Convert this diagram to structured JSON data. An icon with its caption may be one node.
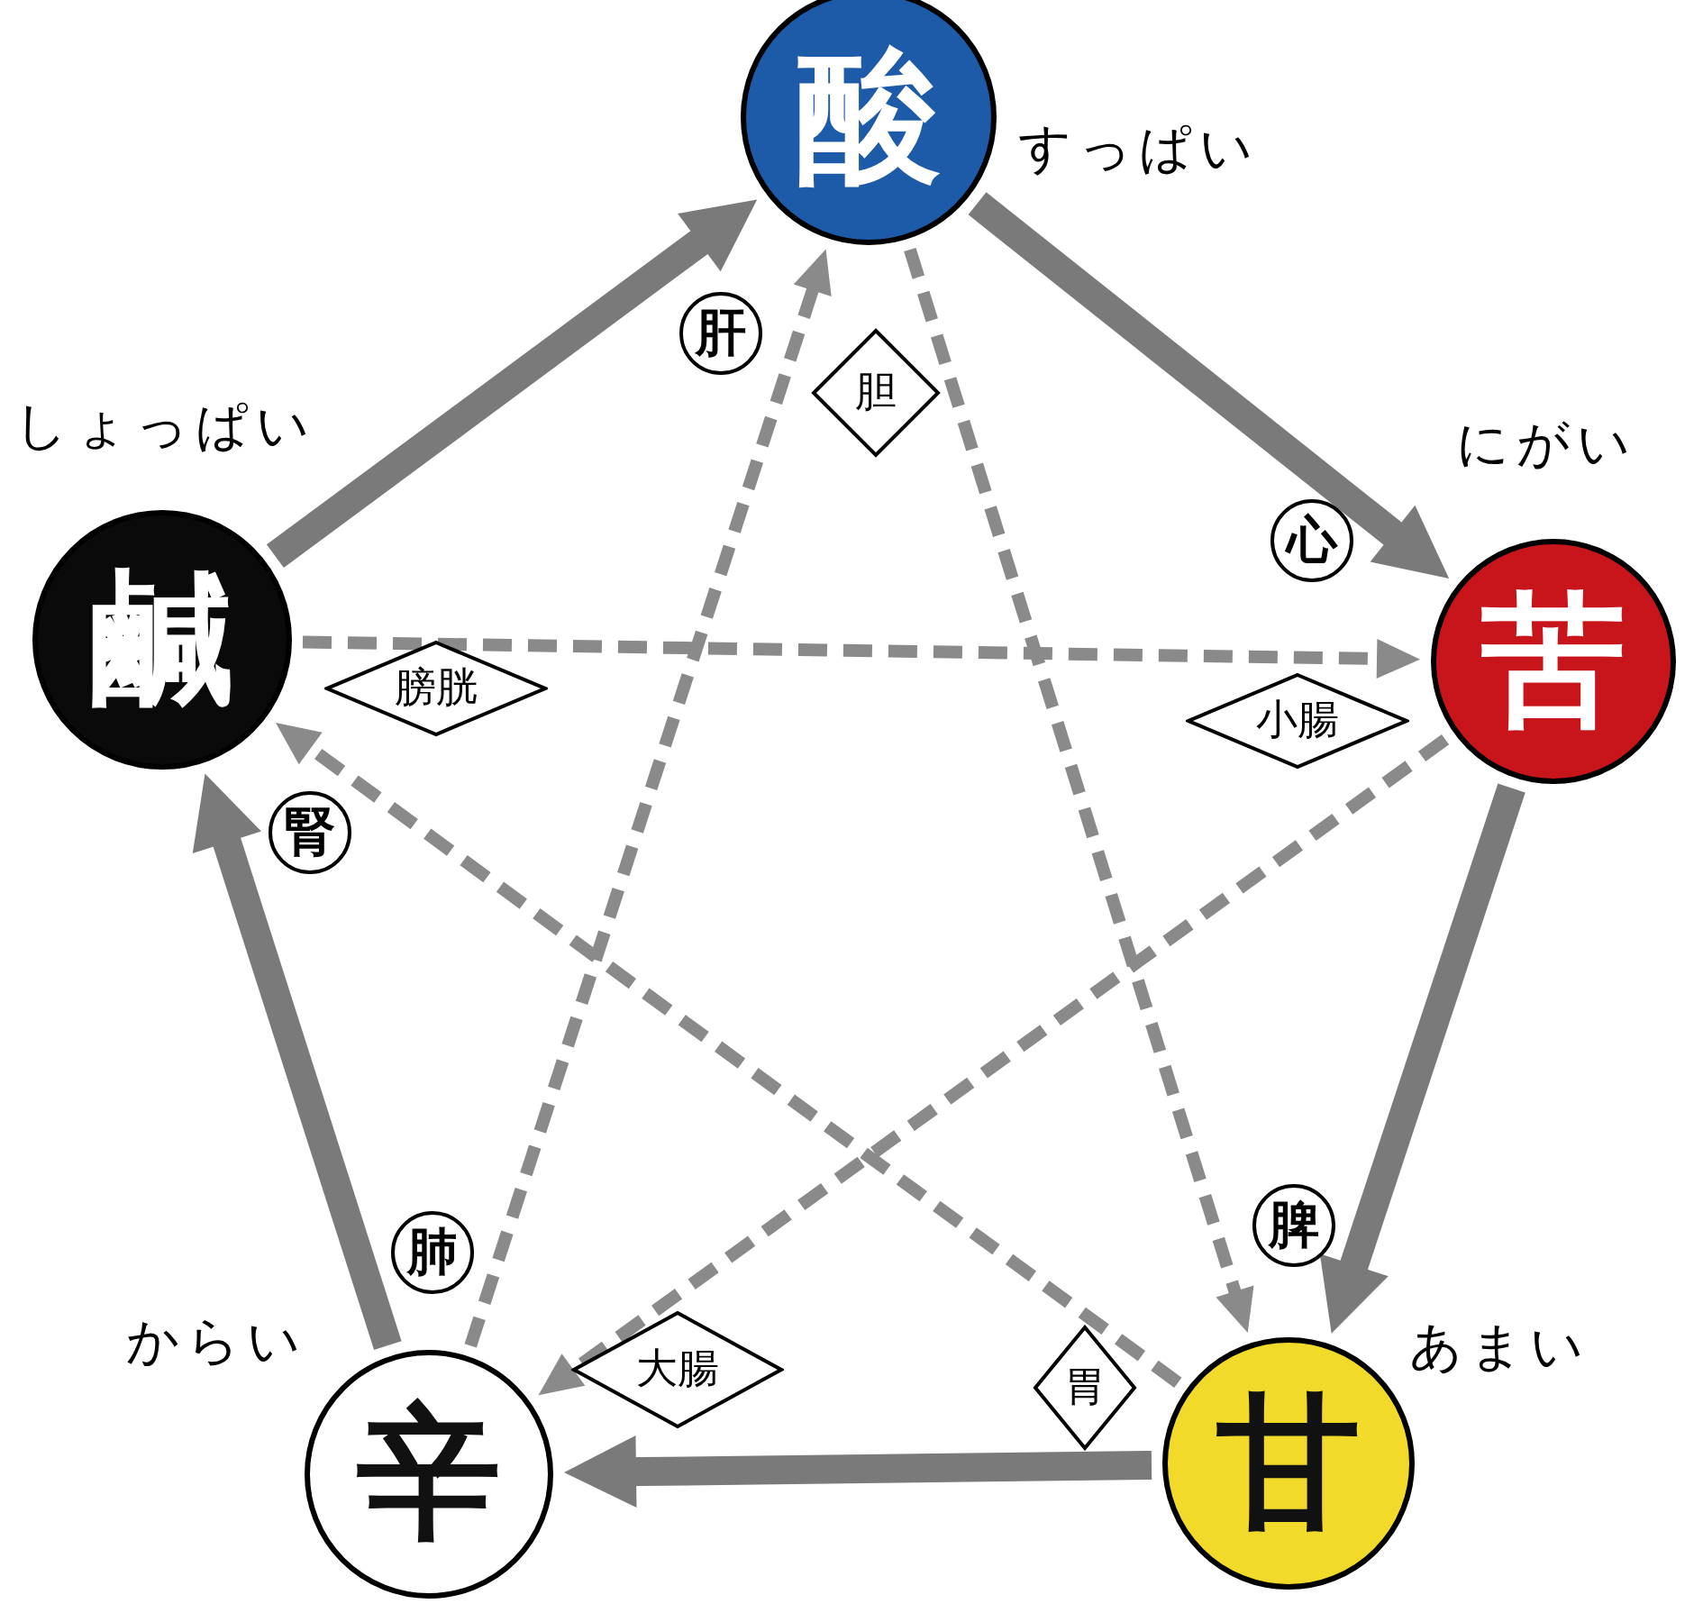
{
  "diagram": {
    "nodes": [
      {
        "text": [
          "酸"
        ],
        "beside": [
          "すっぱい"
        ]
      },
      {
        "text": [
          "肝"
        ]
      },
      {
        "text": [
          "胆"
        ]
      },
      {
        "text": [
          "苦"
        ],
        "beside": [
          "にがい"
        ]
      },
      {
        "text": [
          "心"
        ]
      },
      {
        "text": [
          "鹹"
        ],
        "beside": [
          "しょっぱい"
        ]
      },
      {
        "text": [
          "膀胱"
        ]
      },
      {
        "text": [
          "小腸"
        ]
      },
      {
        "text": [
          "腎"
        ]
      },
      {
        "text": [
          "脾"
        ]
      },
      {
        "text": [
          "肺"
        ]
      },
      {
        "text": [
          "辛"
        ],
        "beside": [
          "からい"
        ]
      },
      {
        "text": [
          "大腸"
        ]
      },
      {
        "text": [
          "胃"
        ]
      },
      {
        "text": [
          "甘"
        ],
        "beside": [
          "あまい"
        ]
      }
    ],
    "edges": [
      {
        "from": 5,
        "to": 0,
        "arrow": "to",
        "style": "thick"
      },
      {
        "from": 0,
        "to": 3,
        "arrow": "to",
        "style": "thick"
      },
      {
        "from": 3,
        "to": 14,
        "arrow": "to",
        "style": "thick"
      },
      {
        "from": 14,
        "to": 11,
        "arrow": "to",
        "style": "thick"
      },
      {
        "from": 11,
        "to": 5,
        "arrow": "to",
        "style": "thick"
      },
      {
        "from": 5,
        "to": 3,
        "arrow": "to",
        "style": "dashed"
      },
      {
        "from": 3,
        "to": 11,
        "arrow": "to",
        "style": "dashed"
      },
      {
        "from": 11,
        "to": 0,
        "arrow": "to",
        "style": "dashed"
      },
      {
        "from": 0,
        "to": 14,
        "arrow": "to",
        "style": "dashed"
      },
      {
        "from": 14,
        "to": 5,
        "arrow": "to",
        "style": "dashed"
      }
    ]
  }
}
